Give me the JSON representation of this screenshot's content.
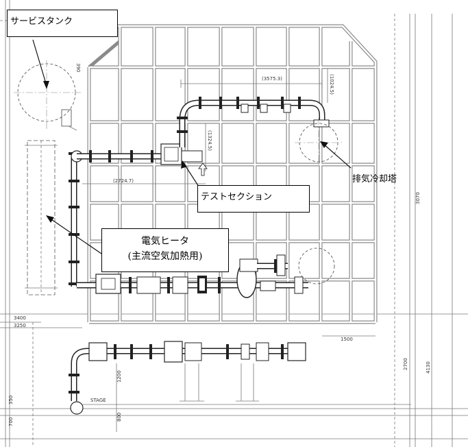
{
  "labels": {
    "service_tank": "サービスタンク",
    "exhaust_cooler": "排気冷却塔",
    "test_section": "テストセクション",
    "heater_line1": "電気ヒータ",
    "heater_line2": "(主流空気加熱用)"
  },
  "dimensions": {
    "d390": "390",
    "d3575": "(3575.3)",
    "d1024": "(1024.5)",
    "d1324": "(1324.5)",
    "d2724": "(2724.7)",
    "d3070": "3070",
    "d3400": "3400",
    "d3250": "3250",
    "d1500": "1500",
    "d2700": "2700",
    "d4130": "4130",
    "d1200": "1200",
    "d350": "350",
    "d700": "700",
    "d800": "800",
    "stage": "STAGE"
  },
  "colors": {
    "frame": "#8a8a8a",
    "pipe": "#222222",
    "line": "#777777"
  }
}
